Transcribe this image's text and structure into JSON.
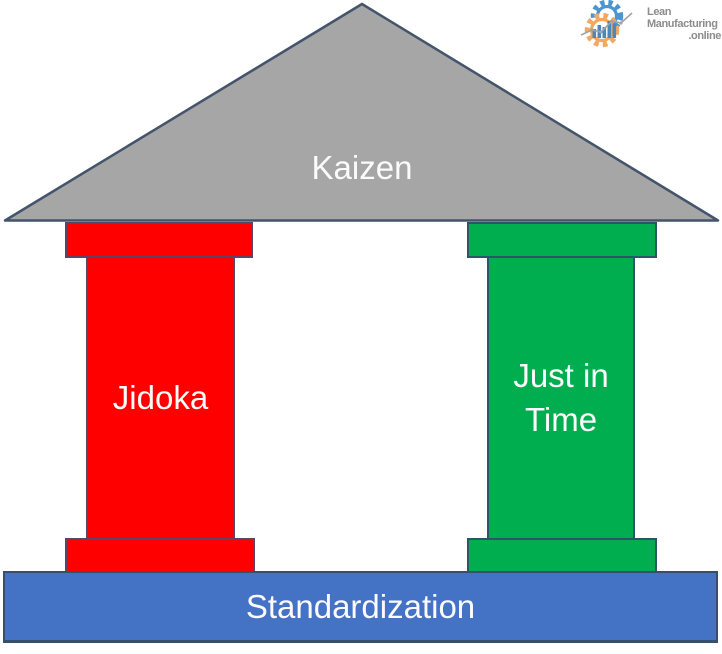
{
  "logo": {
    "line1": "Lean",
    "line2": "Manufacturing",
    "line3": ".online",
    "icon": "gears-chart-icon",
    "text_color": "#8C8C8C",
    "gear_blue": "#4E95D0",
    "gear_orange": "#F2A860",
    "bar_color": "#4E86B8",
    "trend_line_color": "#A0A4A8"
  },
  "diagram": {
    "roof": {
      "label": "Kaizen",
      "fill": "#A6A6A6",
      "border": "#44546A",
      "text_color": "#FFFFFF"
    },
    "left_pillar": {
      "label": "Jidoka",
      "fill": "#FF0000",
      "border": "#5A4468",
      "text_color": "#FFFFFF"
    },
    "right_pillar": {
      "label_line1": "Just in",
      "label_line2": "Time",
      "fill": "#00AE50",
      "border": "#2A5668",
      "text_color": "#FFFFFF"
    },
    "base": {
      "label": "Standardization",
      "fill": "#4472C4",
      "border": "#35506E",
      "text_color": "#FFFFFF"
    }
  }
}
